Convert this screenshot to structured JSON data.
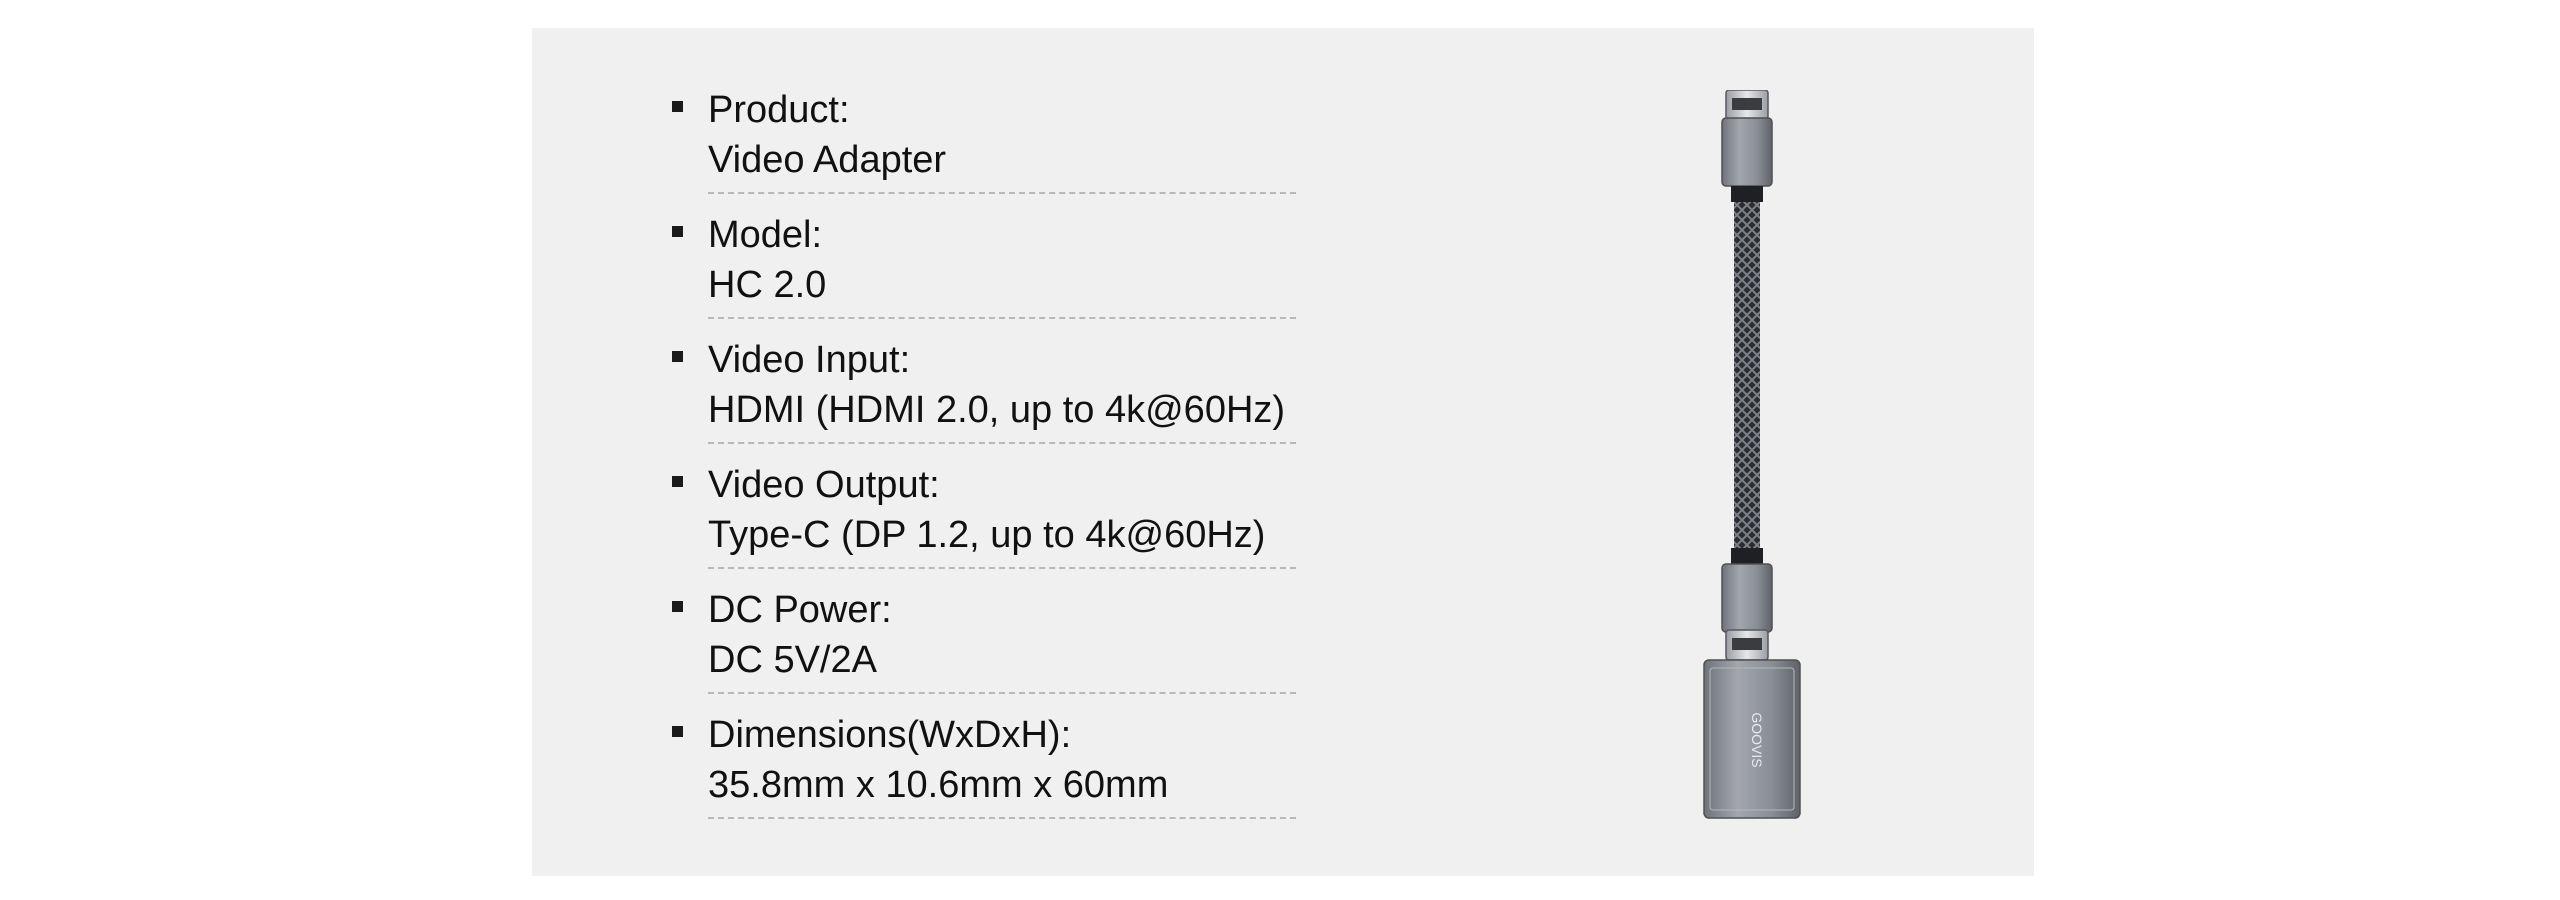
{
  "specs": [
    {
      "label": "Product:",
      "value": "Video Adapter"
    },
    {
      "label": "Model:",
      "value": "HC 2.0"
    },
    {
      "label": "Video Input:",
      "value": "HDMI (HDMI 2.0, up to 4k@60Hz)"
    },
    {
      "label": "Video Output:",
      "value": "Type-C (DP 1.2, up to 4k@60Hz)"
    },
    {
      "label": "DC Power:",
      "value": "DC 5V/2A"
    },
    {
      "label": "Dimensions(WxDxH):",
      "value": "35.8mm x 10.6mm x 60mm"
    }
  ],
  "product": {
    "brand_mark": "GOOVIS"
  },
  "colors": {
    "panel_background": "#f0f0f0",
    "text": "#111111",
    "divider": "#b8b8b8",
    "connector_metal": "#8e9198"
  }
}
